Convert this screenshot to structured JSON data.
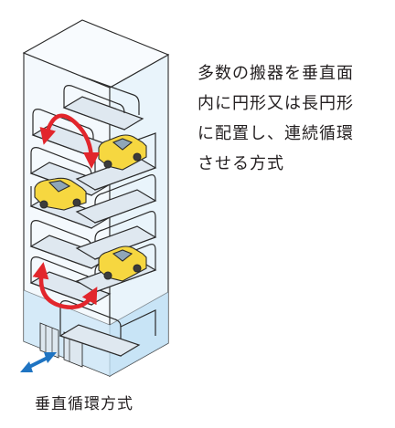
{
  "description": {
    "lines": [
      "多数の搬器を垂直面",
      "内に円形又は長円形",
      "に配置し、連続循環",
      "させる方式"
    ]
  },
  "caption": "垂直循環方式",
  "colors": {
    "outline": "#2b2b2b",
    "tower_face": "#f4f9fd",
    "tower_side": "#e4f1fa",
    "pit_water": "#cfe8f7",
    "platform": "#dfe8f0",
    "car_body": "#f6d740",
    "car_window": "#8fa6b8",
    "rotation_arrow": "#e2262c",
    "direction_arrow": "#1f74c2"
  },
  "icons": {
    "rotation": "curved-double-arrow-icon",
    "entry": "double-arrow-icon"
  }
}
